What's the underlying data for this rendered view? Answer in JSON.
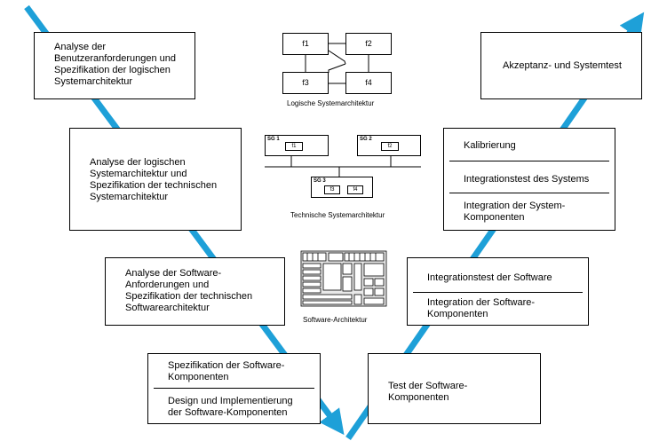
{
  "colors": {
    "v_arrow": "#1ea0d8",
    "box_border": "#000000",
    "background": "#ffffff"
  },
  "left_boxes": [
    {
      "text": "Analyse der\nBenutzeranforderungen und\nSpezifikation der logischen\nSystemarchitektur"
    },
    {
      "text": "Analyse der logischen\nSystemarchitektur und\nSpezifikation der technischen\nSystemarchitektur"
    },
    {
      "text": "Analyse der Software-\nAnforderungen und\nSpezifikation der technischen\nSoftwarearchitektur"
    },
    {
      "sections": [
        "Spezifikation der Software-\nKomponenten",
        "Design und Implementierung\nder Software-Komponenten"
      ]
    }
  ],
  "right_boxes": [
    {
      "text": "Akzeptanz- und Systemtest"
    },
    {
      "sections": [
        "Kalibrierung",
        "Integrationstest des Systems",
        "Integration der System-\nKomponenten"
      ]
    },
    {
      "sections": [
        "Integrationstest der Software",
        "Integration der Software-\nKomponenten"
      ]
    },
    {
      "text": "Test der Software-\nKomponenten"
    }
  ],
  "logical_arch": {
    "caption": "Logische Systemarchitektur",
    "functions": [
      "f1",
      "f2",
      "f3",
      "f4"
    ]
  },
  "technical_arch": {
    "caption": "Technische Systemarchitektur",
    "ecus": [
      {
        "label": "SG 1",
        "functions": [
          "f1"
        ]
      },
      {
        "label": "SG 2",
        "functions": [
          "f2"
        ]
      },
      {
        "label": "SG 3",
        "functions": [
          "f3",
          "f4"
        ]
      }
    ]
  },
  "software_arch": {
    "caption": "Software-Architektur"
  }
}
